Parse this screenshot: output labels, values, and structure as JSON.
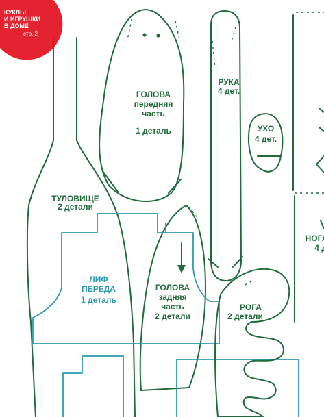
{
  "badge": {
    "lines": [
      "КУКЛЫ",
      "И ИГРУШКИ",
      "В ДОМЕ"
    ],
    "page": "стр. 2",
    "color": "#e52330"
  },
  "colors": {
    "outline": "#1f6b3a",
    "bodice": "#2b9bb0"
  },
  "pieces": {
    "head_front": {
      "lines": [
        "ГОЛОВА",
        "передняя",
        "часть",
        "",
        "1 деталь"
      ]
    },
    "arm": {
      "lines": [
        "РУКА",
        "4 дет."
      ]
    },
    "ear": {
      "lines": [
        "УХО",
        "4 дет."
      ]
    },
    "torso": {
      "lines": [
        "ТУЛОВИЩЕ",
        "2 детали"
      ]
    },
    "bodice": {
      "lines": [
        "ЛИФ",
        "ПЕРЕДА",
        "1 деталь"
      ]
    },
    "head_back": {
      "lines": [
        "ГОЛОВА",
        "задняя",
        "часть",
        "2 детали"
      ]
    },
    "horns": {
      "lines": [
        "РОГА",
        "2 детали"
      ]
    },
    "leg": {
      "lines": [
        "НОГА",
        "4 д"
      ]
    }
  }
}
